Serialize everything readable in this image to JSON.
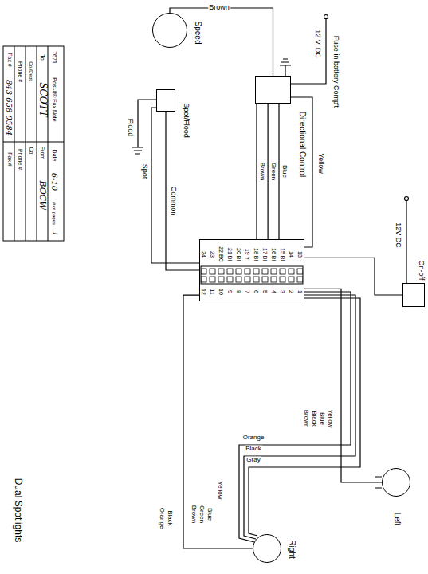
{
  "diagram": {
    "title": "Dual Spotlights",
    "nodes": [
      {
        "text": [
          "Speed"
        ]
      },
      {
        "text": [
          "Spot/Flood"
        ]
      },
      {
        "text": [
          "Directional Control"
        ]
      },
      {
        "text": [
          "24",
          "23",
          "22 BC",
          "21 Bl",
          "20 Bl",
          "19 Y",
          "18 Bl",
          "17 Bl",
          "16 Bl",
          "15 Bl",
          "14",
          "13",
          "12",
          "11",
          "10",
          "9",
          "8",
          "7",
          "6",
          "5",
          "4",
          "3",
          "2",
          "1"
        ]
      },
      {
        "text": [
          "On-off"
        ]
      },
      {
        "text": [
          "Left"
        ]
      },
      {
        "text": [
          "Right"
        ]
      }
    ],
    "edges": [
      {
        "from": 0,
        "to": 2,
        "arrow": "none"
      },
      {
        "from": 2,
        "to": 3,
        "arrow": "none"
      },
      {
        "from": 1,
        "to": 3,
        "arrow": "none"
      },
      {
        "from": 3,
        "to": 5,
        "arrow": "none"
      },
      {
        "from": 3,
        "to": 6,
        "arrow": "none"
      },
      {
        "from": 4,
        "to": 3,
        "arrow": "none"
      }
    ],
    "labels": [
      "7671",
      "Post-it® Fax Note",
      "Date",
      "6-10",
      "# of pages",
      "1",
      "To",
      "SCOTT",
      "From",
      "BOCW",
      "Co./Dept.",
      "Co.",
      "Phone #",
      "Phone #",
      "Fax #",
      "843 658 0584",
      "Fax #",
      "Brown",
      "12 V. DC",
      "Fuse in battery Comp't",
      "Brown",
      "Green",
      "Blue",
      "Yellow",
      "Flood",
      "Spot",
      "Common",
      "12V DC",
      "Brown",
      "Black",
      "Blue",
      "Yellow",
      "Orange",
      "Black",
      "Gray",
      "Brown",
      "Green",
      "Blue",
      "Yellow",
      "Orange",
      "Black"
    ]
  }
}
